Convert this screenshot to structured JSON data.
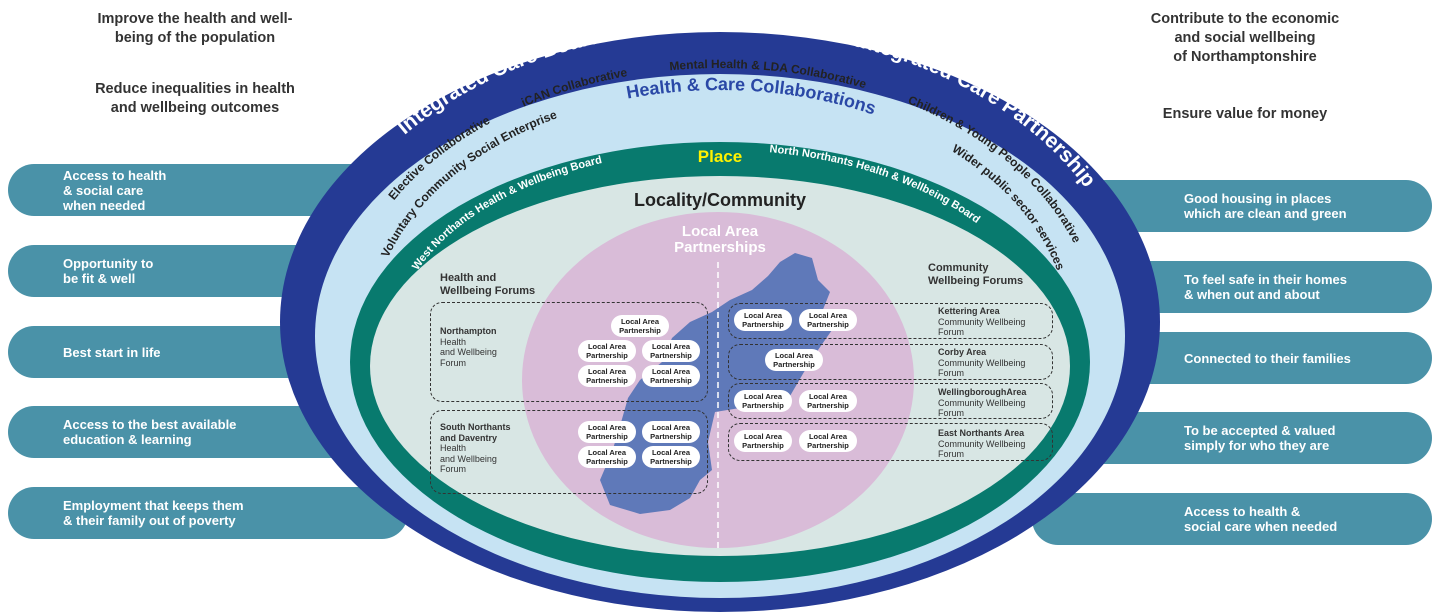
{
  "top_left_goals": [
    "Improve the health and well-\nbeing of the population",
    "Reduce inequalities in health\nand wellbeing outcomes"
  ],
  "top_right_goals": [
    "Contribute to the economic\nand social wellbeing\nof Northamptonshire",
    "Ensure value for money"
  ],
  "left_outcomes": [
    "Access to health\n& social care\nwhen needed",
    "Opportunity to\nbe fit & well",
    "Best start in life",
    "Access to the best available\neducation & learning",
    "Employment that keeps them\n& their family out of poverty"
  ],
  "right_outcomes": [
    "Good housing in places\nwhich are clean and green",
    "To feel safe in their homes\n& when out and about",
    "Connected to their families",
    "To be accepted & valued\nsimply for who they are",
    "Access to health &\nsocial care when needed"
  ],
  "rings": {
    "icb": "Integrated Care Board",
    "icp": "Integrated Care Partnership",
    "collab_title": "Health & Care Collaborations",
    "mental_health": "Mental Health & LDA Collaborative",
    "ican": "iCAN Collaborative",
    "elective": "Elective Collaborative",
    "voluntary": "Voluntary Community Social Enterprise",
    "children": "Children & Young People Collaborative",
    "wider": "Wider public sector services",
    "place": "Place",
    "west_board": "West Northants Health & Wellbeing Board",
    "north_board": "North Northants Health & Wellbeing Board",
    "locality": "Locality/Community",
    "lap_title_1": "Local Area",
    "lap_title_2": "Partnerships"
  },
  "left_forums": {
    "heading": "Health and\nWellbeing Forums",
    "northampton": {
      "name": "Northampton",
      "desc": "Health\nand Wellbeing\nForum"
    },
    "south": {
      "name": "South Northants\nand Daventry",
      "desc": "Health\nand Wellbeing\nForum"
    }
  },
  "right_forums": {
    "heading": "Community\nWellbeing Forums",
    "items": [
      {
        "name": "Kettering Area",
        "desc": "Community Wellbeing\nForum"
      },
      {
        "name": "Corby Area",
        "desc": "Community Wellbeing\nForum"
      },
      {
        "name": "WellingboroughArea",
        "desc": "Community Wellbeing\nForum"
      },
      {
        "name": "East Northants Area",
        "desc": "Community Wellbeing\nForum"
      }
    ]
  },
  "lap_label": "Local Area\nPartnership",
  "colors": {
    "outer_ring": "#253a94",
    "collab_ring": "#c6e3f3",
    "place_ring": "#087a6e",
    "locality": "#d8e6e4",
    "lap_circle": "#d9bcd8",
    "map": "#5f79b9",
    "pill": "#4a92a8",
    "place_text": "#fff200"
  }
}
